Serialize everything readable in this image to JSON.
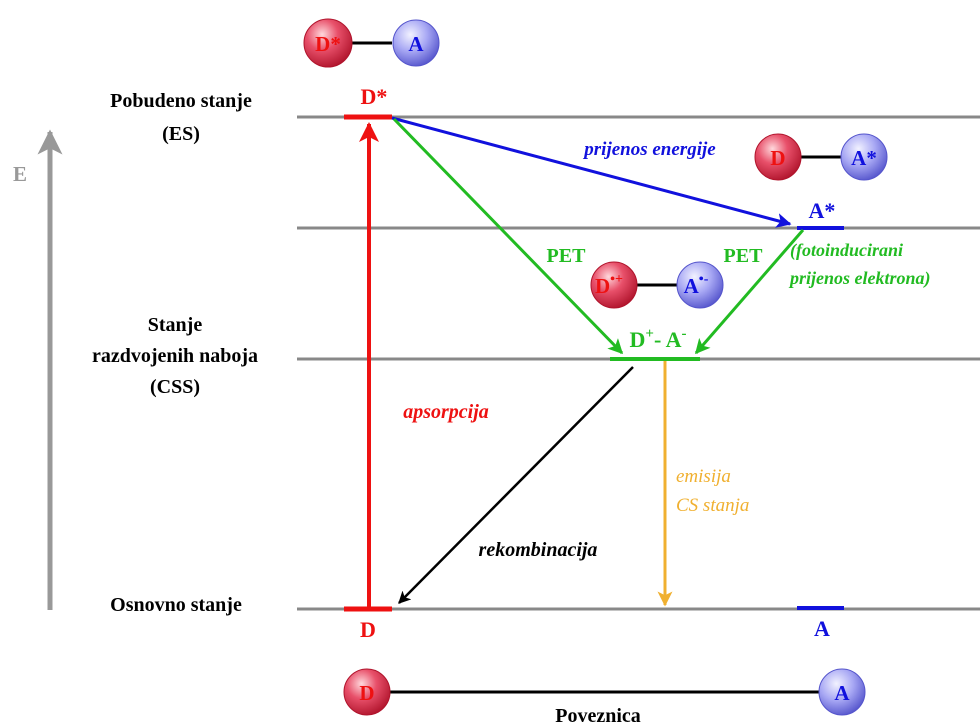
{
  "axis": {
    "label": "E"
  },
  "states": {
    "es": {
      "line1": "Pobudeno stanje",
      "line2": "(ES)"
    },
    "css": {
      "line1": "Stanje",
      "line2": "razdvojenih naboja",
      "line3": "(CSS)"
    },
    "gs": {
      "label": "Osnovno stanje"
    }
  },
  "levels": {
    "d_star": "D*",
    "a_star": "A*",
    "d": "D",
    "a": "A",
    "css": {
      "d": "D",
      "d_sup": "+",
      "sep": "- ",
      "a": "A",
      "a_sup": "-"
    }
  },
  "processes": {
    "energy_transfer": "prijenos energije",
    "pet_left": "PET",
    "pet_right": "PET",
    "pet_note_line1": "(fotoinducirani",
    "pet_note_line2": "prijenos elektrona)",
    "absorption": "apsorpcija",
    "recombination": "rekombinacija",
    "emission_line1": "emisija",
    "emission_line2": "CS stanja"
  },
  "molecules": {
    "top": {
      "donor": "D*",
      "acceptor": "A"
    },
    "energy": {
      "donor": "D",
      "acceptor": "A*"
    },
    "charge_sep": {
      "donor": "D",
      "donor_sup": "•+",
      "acceptor": "A",
      "acceptor_sup": "•-"
    },
    "bottom": {
      "donor": "D",
      "acceptor": "A"
    }
  },
  "linker": {
    "label": "Poveznica"
  },
  "colors": {
    "red": "#ee1111",
    "blue": "#1111dd",
    "green": "#22bb22",
    "orange": "#f0b030",
    "black": "#000000",
    "gray_line": "#888888",
    "gray_axis": "#999999"
  }
}
